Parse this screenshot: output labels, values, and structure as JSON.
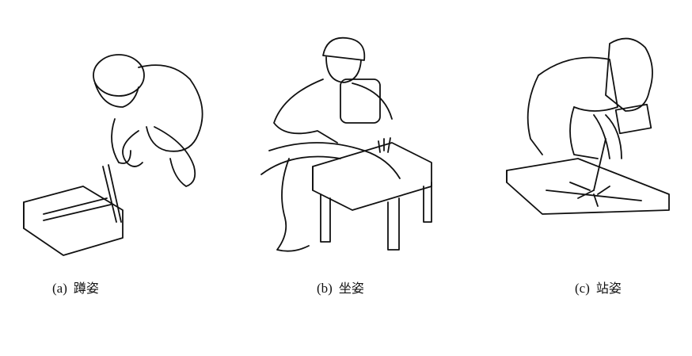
{
  "figures": [
    {
      "label": "(a)",
      "title": "蹲姿"
    },
    {
      "label": "(b)",
      "title": "坐姿"
    },
    {
      "label": "(c)",
      "title": "站姿"
    }
  ]
}
